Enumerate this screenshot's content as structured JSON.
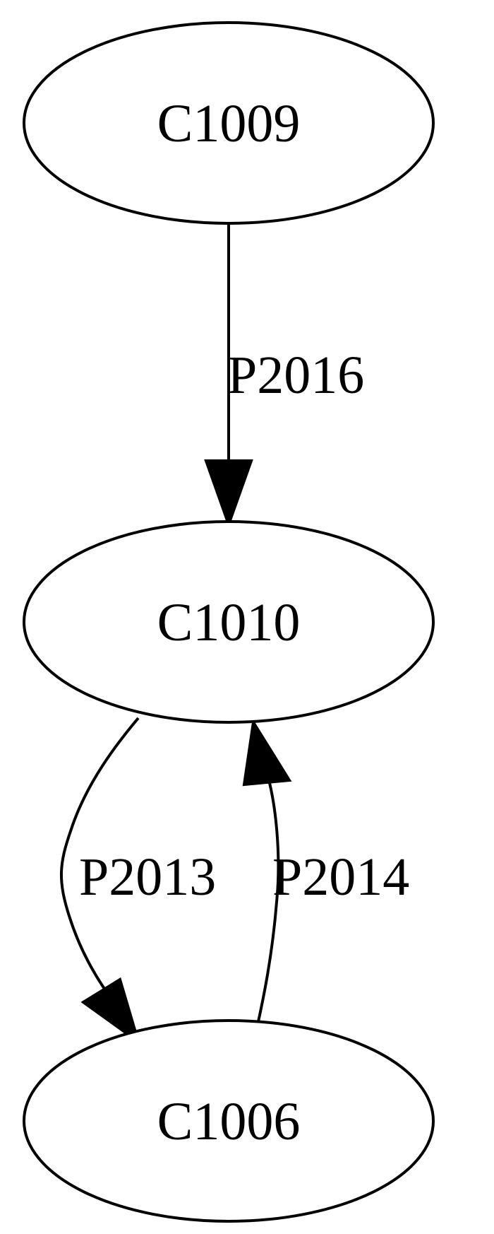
{
  "colors": {
    "background": "#ffffff",
    "stroke": "#000000",
    "text": "#000000"
  },
  "nodes": {
    "c1009": "C1009",
    "c1010": "C1010",
    "c1006": "C1006"
  },
  "edges": {
    "c1009_to_c1010": "P2016",
    "c1010_to_c1006": "P2013",
    "c1006_to_c1010": "P2014"
  }
}
